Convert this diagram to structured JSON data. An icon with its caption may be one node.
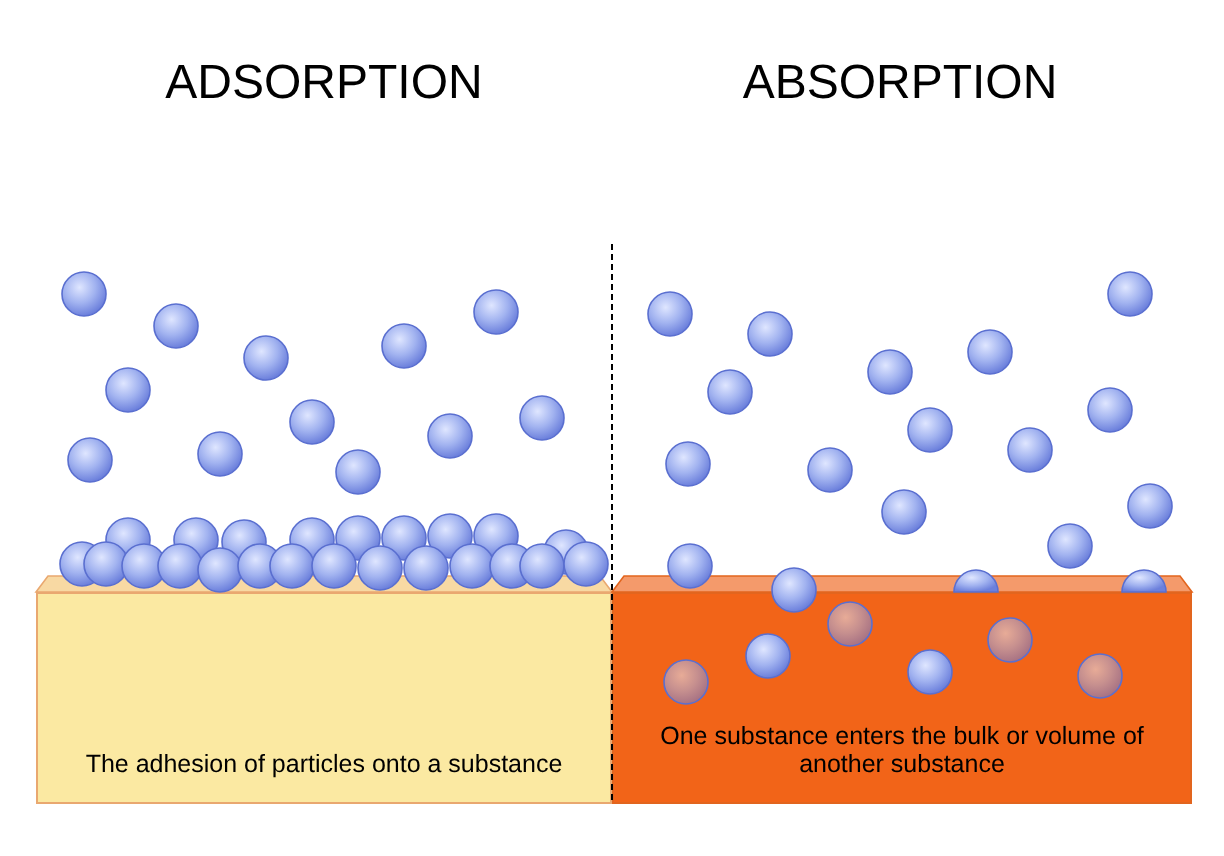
{
  "diagram": {
    "nodes": [
      {
        "text": [
          "The adhesion of particles onto a substance"
        ]
      },
      {
        "text": [
          "One substance enters the bulk or volume of another substance"
        ]
      }
    ],
    "labels": [
      "ADSORPTION",
      "ABSORPTION"
    ]
  }
}
